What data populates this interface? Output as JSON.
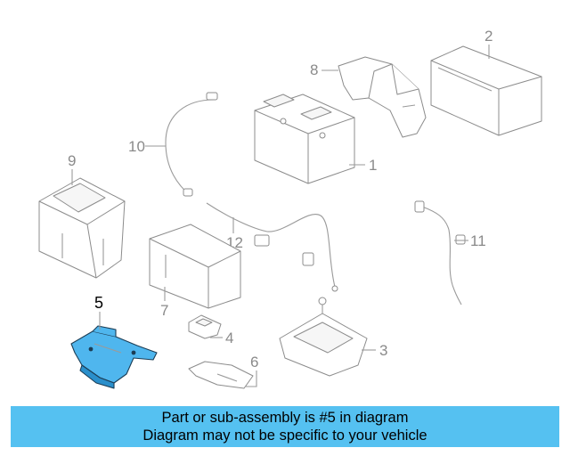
{
  "callouts": {
    "c1": "1",
    "c2": "2",
    "c3": "3",
    "c4": "4",
    "c5": "5",
    "c6": "6",
    "c7": "7",
    "c8": "8",
    "c9": "9",
    "c10": "10",
    "c11": "11",
    "c12": "12"
  },
  "highlight_color": "#4fb6ee",
  "banner": {
    "line1": "Part or sub-assembly is #5 in diagram",
    "line2": "Diagram may not be specific to your vehicle",
    "background": "#55c1f1"
  }
}
